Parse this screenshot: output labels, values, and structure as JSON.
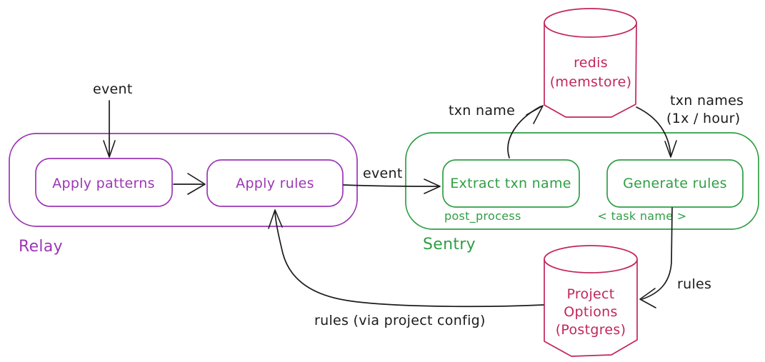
{
  "colors": {
    "relay": "#9c36b5",
    "sentry": "#2f9e44",
    "datastore": "#c2255c",
    "ink": "#1b1b1b",
    "background": "#ffffff"
  },
  "relay": {
    "label": "Relay",
    "apply_patterns": "Apply patterns",
    "apply_rules": "Apply rules"
  },
  "sentry": {
    "label": "Sentry",
    "extract_txn_name": "Extract txn name",
    "extract_sublabel": "post_process",
    "generate_rules": "Generate rules",
    "generate_sublabel": "< task name >"
  },
  "datastores": {
    "redis": {
      "name": "redis",
      "kind": "(memstore)"
    },
    "project_options": {
      "line1": "Project",
      "line2": "Options",
      "line3": "(Postgres)"
    }
  },
  "edges": {
    "incoming_event": "event",
    "relay_to_sentry": "event",
    "txn_name": "txn name",
    "txn_names": "txn names",
    "txn_names_freq": "(1x / hour)",
    "rules": "rules",
    "rules_via_project_config": "rules (via project config)"
  }
}
